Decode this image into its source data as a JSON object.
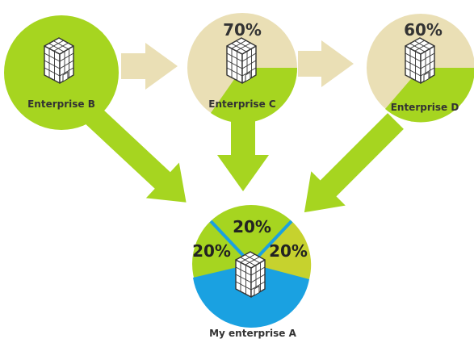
{
  "nodes": {
    "enterprise_b": {
      "label": "Enterprise B"
    },
    "enterprise_c": {
      "label": "Enterprise C",
      "share": "70%"
    },
    "enterprise_d": {
      "label": "Enterprise D",
      "share": "60%"
    },
    "enterprise_a": {
      "label": "My enterprise A",
      "share_from_c": "20%",
      "share_from_b": "20%",
      "share_from_d": "20%"
    }
  },
  "colors": {
    "green": "#a6d520",
    "beige": "#eadfb5",
    "blue": "#1aa1e1",
    "olive": "#c6d22e",
    "building_fill": "#ffffff",
    "building_line": "#333333"
  },
  "icons": [
    "building-icon"
  ]
}
